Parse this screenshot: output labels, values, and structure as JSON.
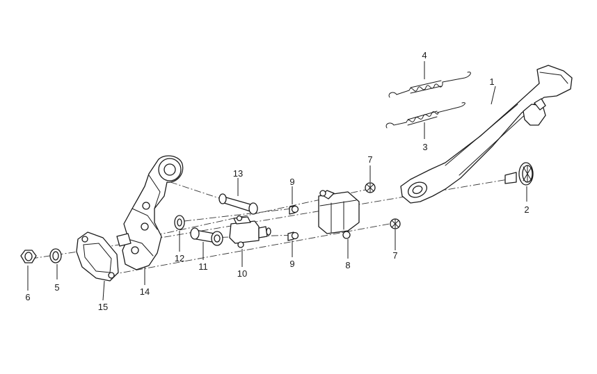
{
  "callouts": [
    {
      "id": "1",
      "text": "1"
    },
    {
      "id": "2",
      "text": "2"
    },
    {
      "id": "3",
      "text": "3"
    },
    {
      "id": "4",
      "text": "4"
    },
    {
      "id": "5",
      "text": "5"
    },
    {
      "id": "6",
      "text": "6"
    },
    {
      "id": "7a",
      "text": "7"
    },
    {
      "id": "7b",
      "text": "7"
    },
    {
      "id": "8",
      "text": "8"
    },
    {
      "id": "9a",
      "text": "9"
    },
    {
      "id": "9b",
      "text": "9"
    },
    {
      "id": "10",
      "text": "10"
    },
    {
      "id": "11",
      "text": "11"
    },
    {
      "id": "12",
      "text": "12"
    },
    {
      "id": "13",
      "text": "13"
    },
    {
      "id": "14",
      "text": "14"
    },
    {
      "id": "15",
      "text": "15"
    }
  ]
}
